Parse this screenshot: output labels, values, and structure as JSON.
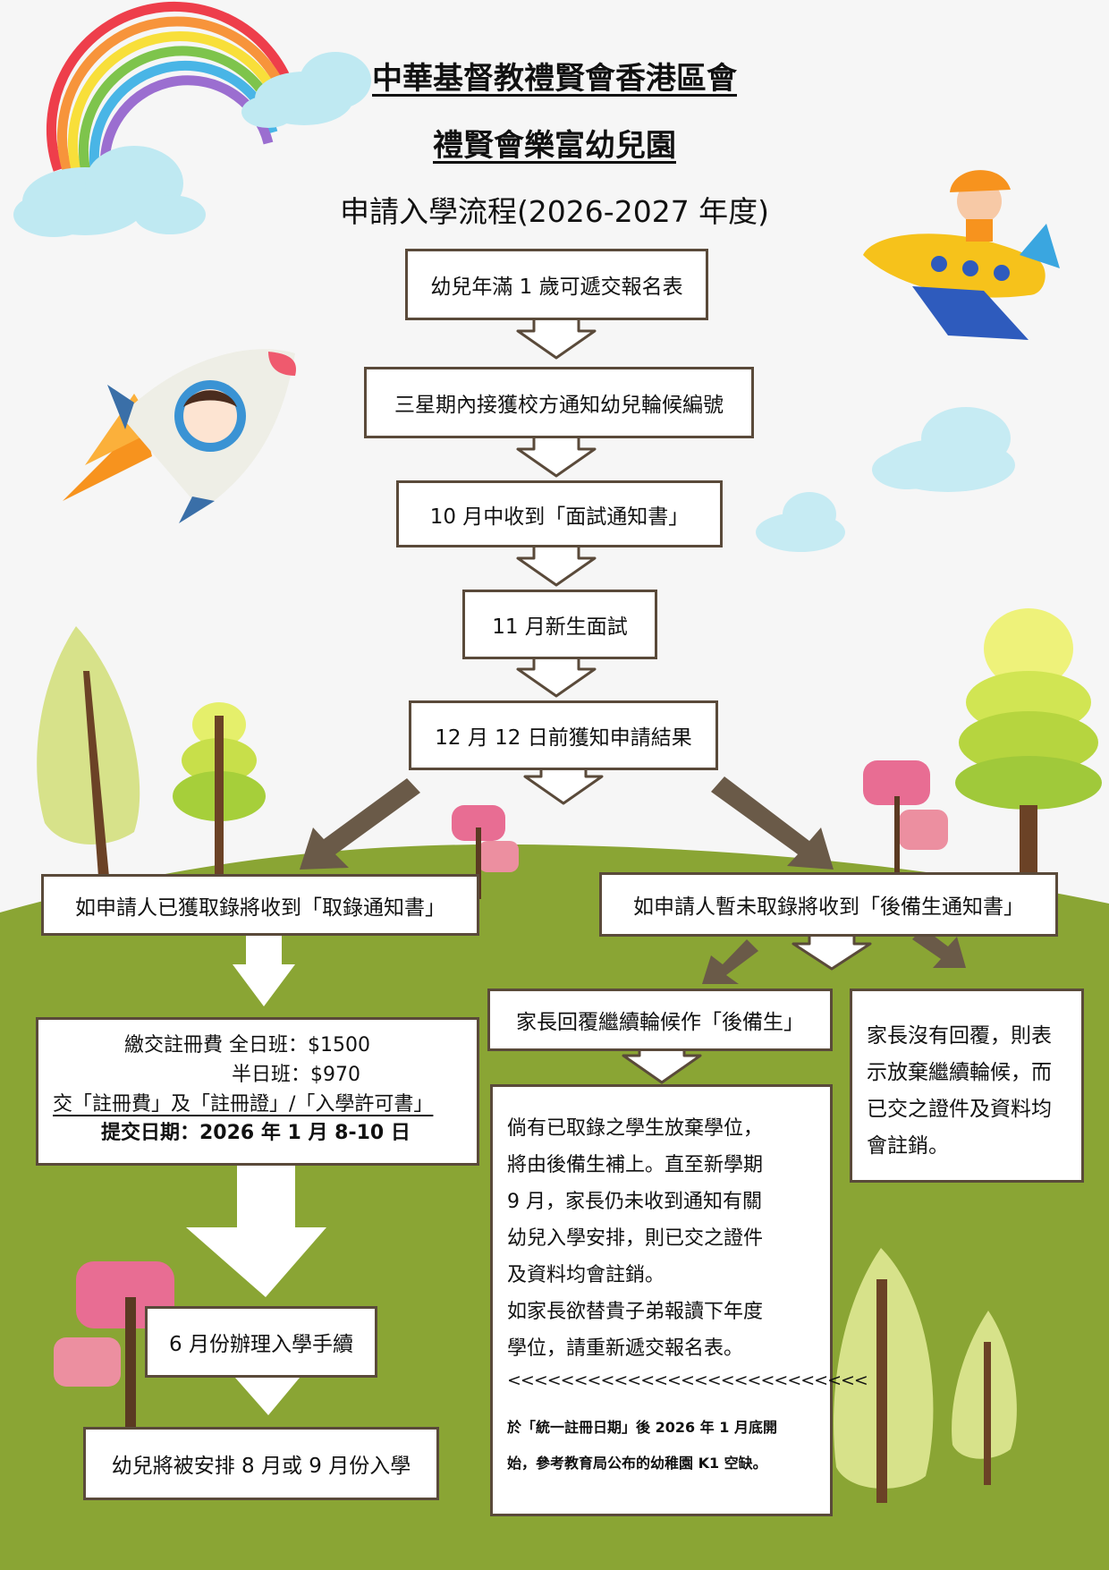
{
  "header": {
    "org": "中華基督教禮賢會香港區會",
    "school": "禮賢會樂富幼兒園",
    "title": "申請入學流程(2026-2027 年度)"
  },
  "flow": {
    "step1": "幼兒年滿 1 歲可遞交報名表",
    "step2": "三星期內接獲校方通知幼兒輪候編號",
    "step3": "10 月中收到「面試通知書」",
    "step4": "11 月新生面試",
    "step5": "12 月 12 日前獲知申請結果"
  },
  "admitted": {
    "box": "如申請人已獲取錄將收到「取錄通知書」",
    "fee_line1": "繳交註冊費  全日班：$1500",
    "fee_line2": "半日班：$970",
    "fee_line3": "交「註冊費」及「註冊證」/「入學許可書」",
    "fee_line4": "提交日期：2026 年 1 月 8-10 日",
    "june": "6 月份辦理入學手續",
    "final": "幼兒將被安排 8 月或 9 月份入學"
  },
  "waitlist": {
    "box": "如申請人暫未取錄將收到「後備生通知書」",
    "reply": "家長回覆繼續輪候作「後備生」",
    "noreply_lines": [
      "家長沒有回覆，則表",
      "示放棄繼續輪候，而",
      "已交之證件及資料均",
      "會註銷。"
    ],
    "note_lines": [
      "倘有已取錄之學生放棄學位，",
      "將由後備生補上。直至新學期",
      "9 月，家長仍未收到通知有關",
      "幼兒入學安排，則已交之證件",
      "及資料均會註銷。",
      "如家長欲替貴子弟報讀下年度",
      "學位，請重新遞交報名表。",
      "<<<<<<<<<<<<<<<<<<<<<<<<<<<",
      "於「統一註冊日期」後 2026 年 1 月底開",
      "始，參考教育局公布的幼稚園 K1 空缺。"
    ]
  }
}
